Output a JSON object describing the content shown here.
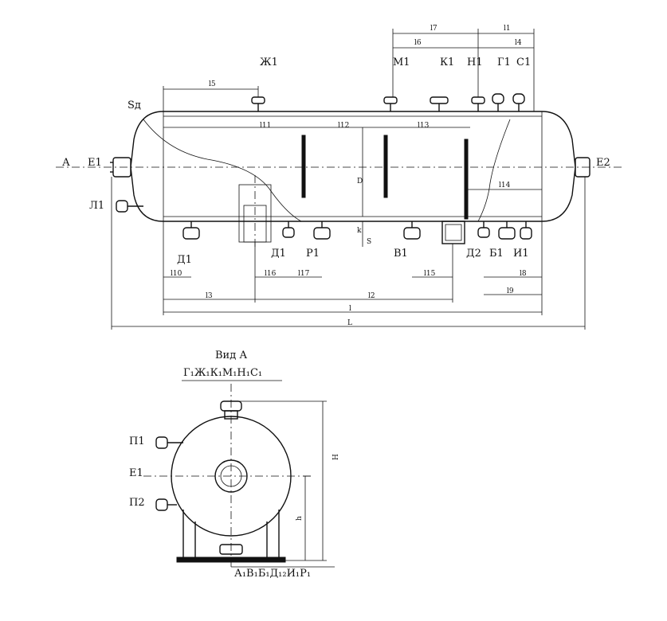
{
  "drawing": {
    "view_title": "Вид А",
    "view_marker": "А",
    "top_group": "Г₁Ж₁К₁М₁Н₁С₁",
    "bottom_group": "А₁В₁Б₁Д₁₂И₁Р₁",
    "nozzles": {
      "zh1": "Ж1",
      "m1": "М1",
      "k1": "К1",
      "n1": "Н1",
      "g1": "Г1",
      "s1": "С1",
      "e1": "Е1",
      "e2": "Е2",
      "l1": "Л1",
      "d1a": "Д1",
      "d1b": "Д1",
      "r1": "Р1",
      "v1": "В1",
      "d2": "Д2",
      "b1": "Б1",
      "i1": "И1",
      "sd": "Sд",
      "p1": "П1",
      "p2": "П2",
      "e1v": "Е1"
    },
    "dims": {
      "l7": "l7",
      "l1": "l1",
      "l6": "l6",
      "l4": "l4",
      "l5": "l5",
      "l11": "l11",
      "l12": "l12",
      "l13": "l13",
      "l14": "l14",
      "D": "D",
      "k": "k",
      "S": "S",
      "l10": "l10",
      "l16": "l16",
      "l17": "l17",
      "l15": "l15",
      "l8": "l8",
      "l9": "l9",
      "l3": "l3",
      "l2": "l2",
      "l": "l",
      "L": "L",
      "H": "H",
      "h": "h"
    }
  }
}
